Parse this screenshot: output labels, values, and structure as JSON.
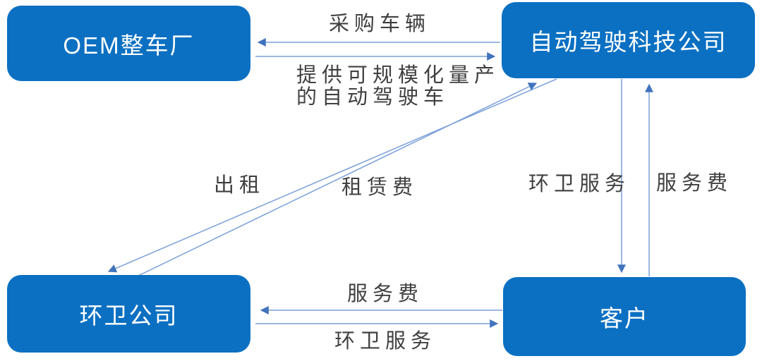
{
  "diagram": {
    "nodes": [
      {
        "id": "oem",
        "label": "OEM整车厂"
      },
      {
        "id": "tech",
        "label": "自动驾驶科技公司"
      },
      {
        "id": "sanitation",
        "label": "环卫公司"
      },
      {
        "id": "customer",
        "label": "客户"
      }
    ],
    "edges": [
      {
        "from": "自动驾驶科技公司",
        "to": "OEM整车厂",
        "label": "采购车辆"
      },
      {
        "from": "OEM整车厂",
        "to": "自动驾驶科技公司",
        "label": "提供可规模化量产的自动驾驶车"
      },
      {
        "from": "自动驾驶科技公司",
        "to": "环卫公司",
        "label": "出租"
      },
      {
        "from": "环卫公司",
        "to": "自动驾驶科技公司",
        "label": "租赁费"
      },
      {
        "from": "自动驾驶科技公司",
        "to": "客户",
        "label": "环卫服务"
      },
      {
        "from": "客户",
        "to": "自动驾驶科技公司",
        "label": "服务费"
      },
      {
        "from": "客户",
        "to": "环卫公司",
        "label": "服务费"
      },
      {
        "from": "环卫公司",
        "to": "客户",
        "label": "环卫服务"
      }
    ],
    "labels": {
      "provide_line1": "提供可规模化量产",
      "provide_line2": "的自动驾驶车"
    },
    "colors": {
      "node_fill": "#0B70C2",
      "node_text": "#FFFFFF",
      "line": "#7AA0D8",
      "arrowhead": "#4273BD",
      "label_text": "#404040",
      "background": "#FFFFFF"
    }
  }
}
